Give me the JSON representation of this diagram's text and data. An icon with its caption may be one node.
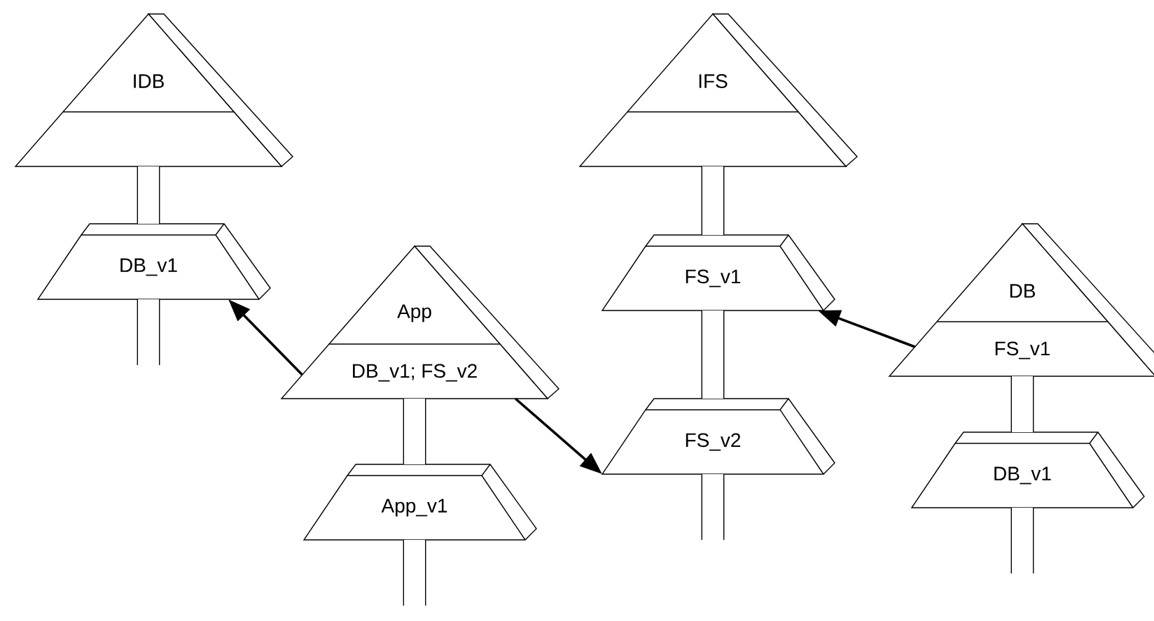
{
  "diagram": {
    "nodes": [
      {
        "text": [
          "IDB"
        ]
      },
      {
        "text": [
          "DB_v1"
        ]
      },
      {
        "text": [
          "IFS"
        ]
      },
      {
        "text": [
          "FS_v1"
        ]
      },
      {
        "text": [
          "App",
          "DB_v1; FS_v2"
        ]
      },
      {
        "text": [
          "DB",
          "FS_v1"
        ]
      },
      {
        "text": [
          "FS_v2"
        ]
      },
      {
        "text": [
          "App_v1"
        ]
      },
      {
        "text": [
          "DB_v1"
        ]
      }
    ],
    "edges": [
      {
        "from": 0,
        "to": 1,
        "arrow": "none"
      },
      {
        "from": 1,
        "to": null,
        "arrow": "none"
      },
      {
        "from": 2,
        "to": 3,
        "arrow": "none"
      },
      {
        "from": 3,
        "to": 6,
        "arrow": "none"
      },
      {
        "from": 6,
        "to": null,
        "arrow": "none"
      },
      {
        "from": 4,
        "to": 7,
        "arrow": "none"
      },
      {
        "from": 7,
        "to": null,
        "arrow": "none"
      },
      {
        "from": 5,
        "to": 8,
        "arrow": "none"
      },
      {
        "from": 8,
        "to": null,
        "arrow": "none"
      },
      {
        "from": 4,
        "to": 1,
        "arrow": "to"
      },
      {
        "from": 4,
        "to": 6,
        "arrow": "to"
      },
      {
        "from": 5,
        "to": 3,
        "arrow": "to"
      }
    ]
  }
}
